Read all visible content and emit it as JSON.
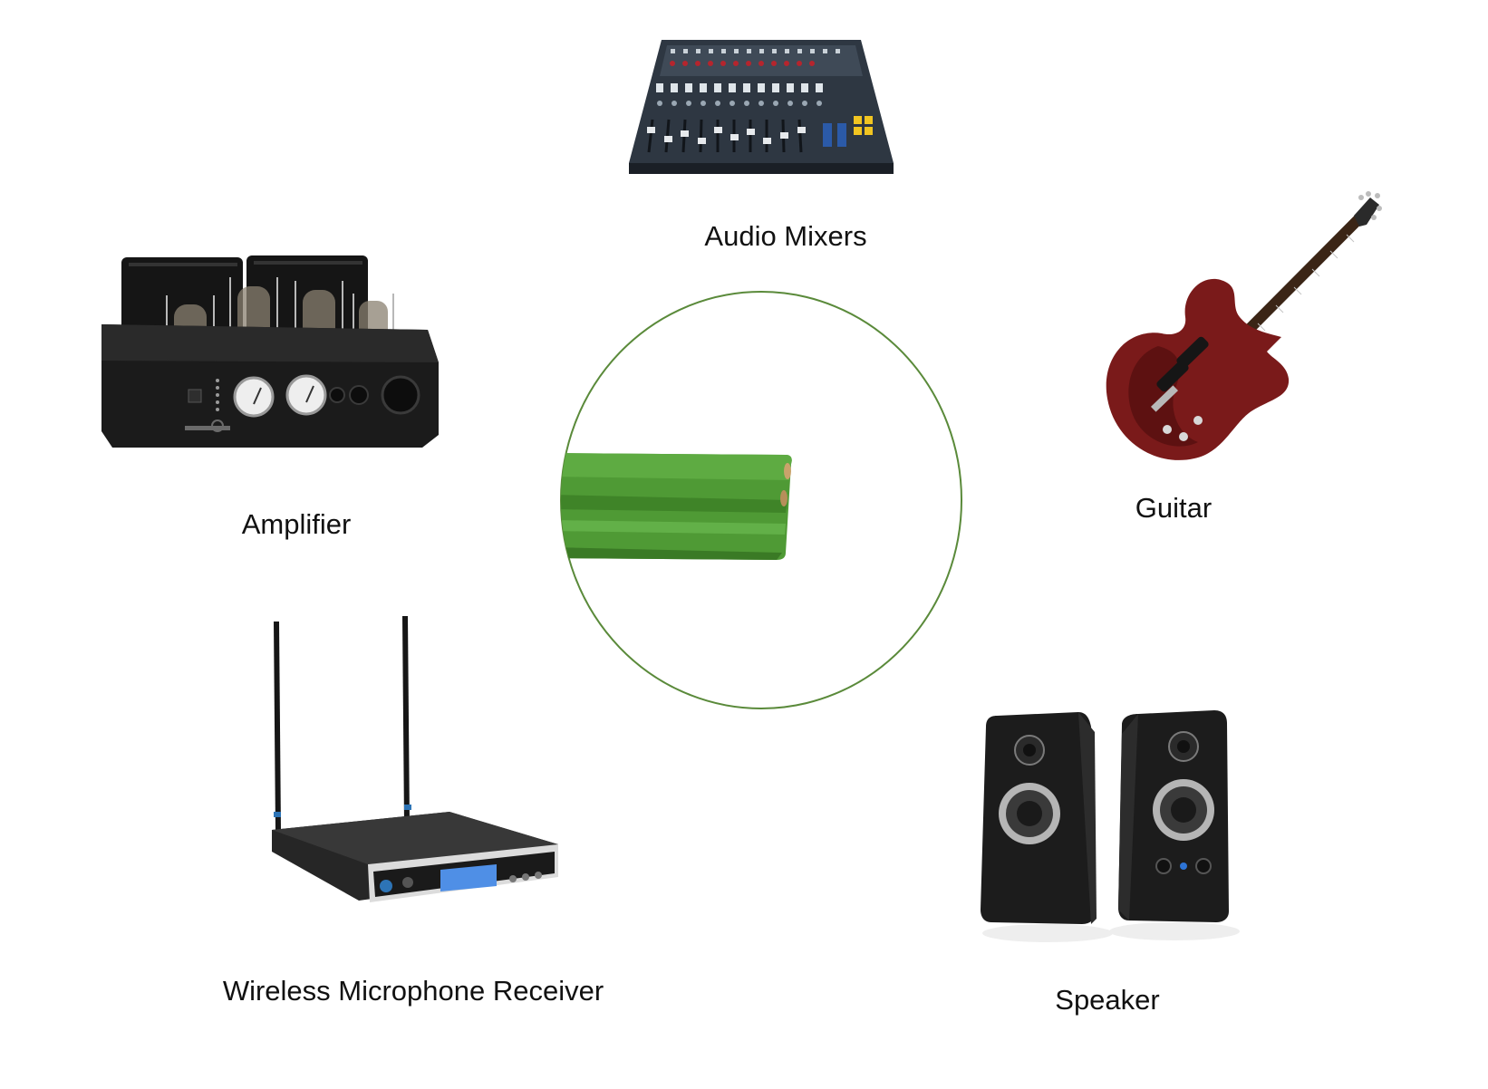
{
  "devices": {
    "mixer": {
      "label": "Audio Mixers",
      "icon": "audio-mixer-icon"
    },
    "amplifier": {
      "label": "Amplifier",
      "icon": "tube-amplifier-icon"
    },
    "guitar": {
      "label": "Guitar",
      "icon": "electric-guitar-icon"
    },
    "receiver": {
      "label": "Wireless Microphone Receiver",
      "icon": "wireless-receiver-icon"
    },
    "speaker": {
      "label": "Speaker",
      "icon": "speakers-icon"
    }
  },
  "center": {
    "icon": "speaker-cable-icon"
  },
  "colors": {
    "circle_stroke": "#5a8a3a",
    "cable_green": "#4f9a35",
    "guitar_red": "#7a1a1a"
  }
}
